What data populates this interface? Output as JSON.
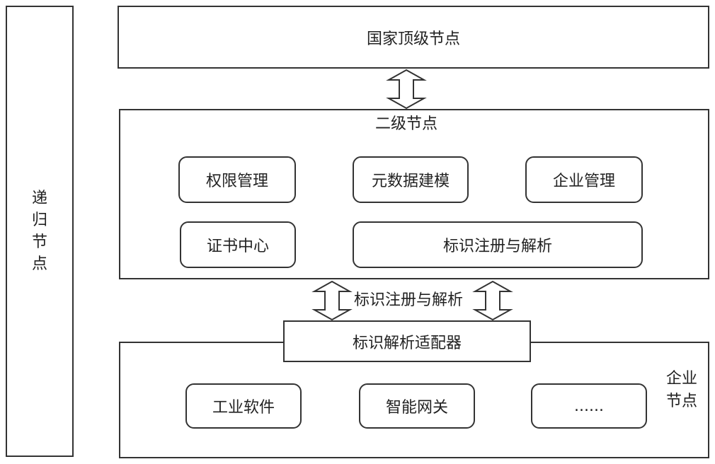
{
  "recursive_node": {
    "label": "递归节点",
    "chars": [
      "递",
      "归",
      "节",
      "点"
    ]
  },
  "national_top_node": {
    "label": "国家顶级节点"
  },
  "secondary_node": {
    "title": "二级节点",
    "modules": {
      "permission": "权限管理",
      "metadata": "元数据建模",
      "enterprise_mgmt": "企业管理",
      "certificate": "证书中心",
      "identifier": "标识注册与解析"
    }
  },
  "link": {
    "label": "标识注册与解析"
  },
  "adapter": {
    "label": "标识解析适配器"
  },
  "enterprise_node": {
    "title": "企业节点",
    "title_lines": [
      "企业",
      "节点"
    ],
    "items": {
      "software": "工业软件",
      "gateway": "智能网关",
      "more": "......"
    }
  },
  "colors": {
    "stroke": "#333333",
    "text": "#222222",
    "background": "#ffffff"
  }
}
